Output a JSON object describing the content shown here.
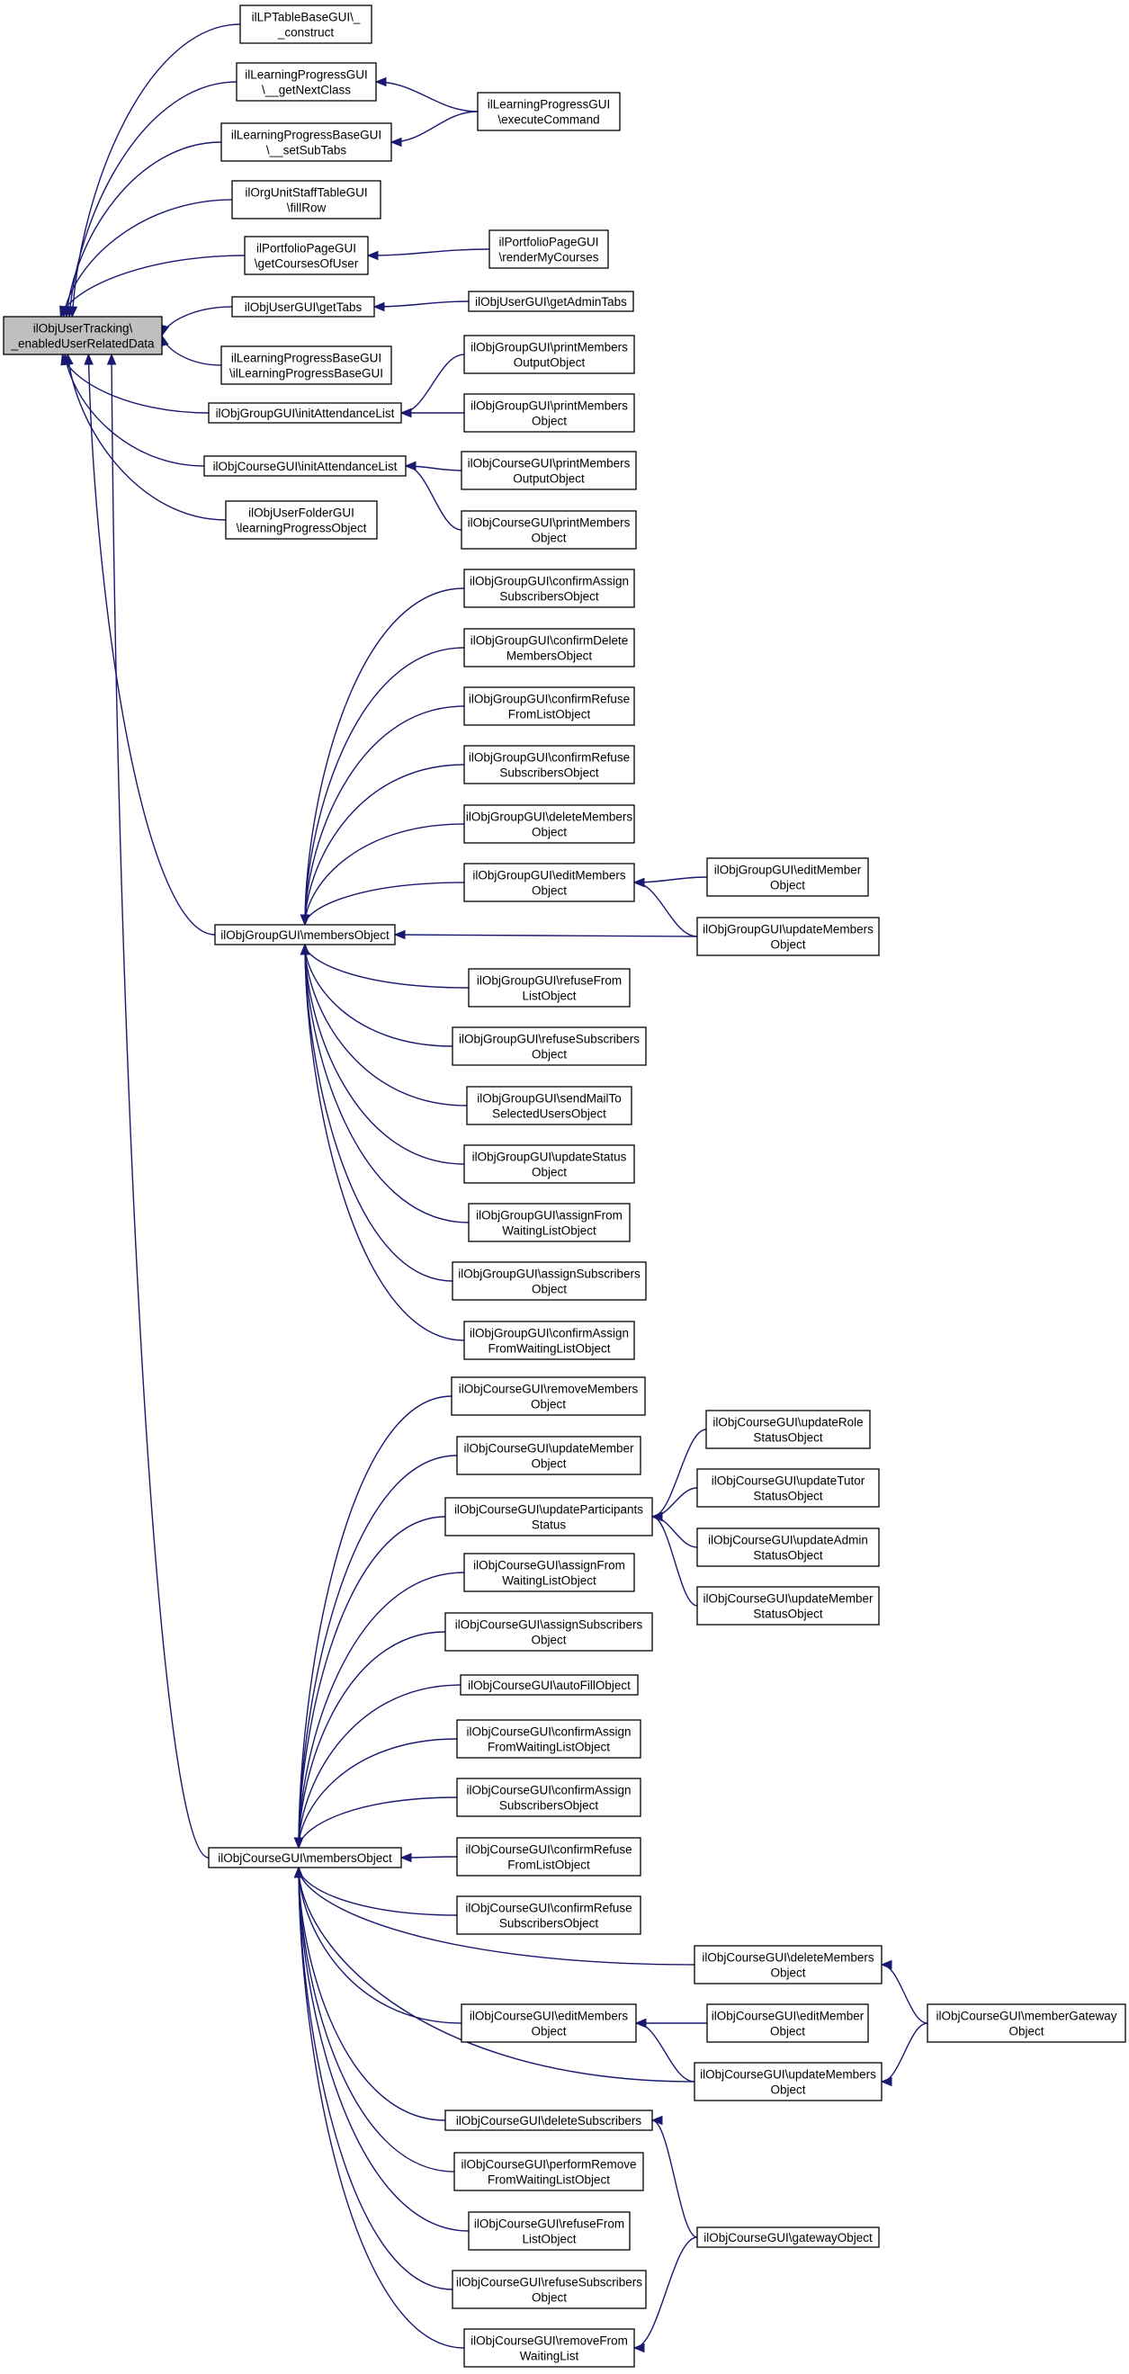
{
  "graph": {
    "colors": {
      "edge": "#191970",
      "node_border": "#000000",
      "root_fill": "#bfbfbf",
      "node_fill": "#ffffff"
    },
    "nodes": {
      "root": [
        "ilObjUserTracking\\",
        "_enabledUserRelatedData"
      ],
      "lpTableBase": [
        "ilLPTableBaseGUI\\_",
        "_construct"
      ],
      "lpGetNextClass": [
        "ilLearningProgressGUI",
        "\\__getNextClass"
      ],
      "lpExecuteCommand": [
        "ilLearningProgressGUI",
        "\\executeCommand"
      ],
      "lpBaseSetSubTabs": [
        "ilLearningProgressBaseGUI",
        "\\__setSubTabs"
      ],
      "orgUnitFillRow": [
        "ilOrgUnitStaffTableGUI",
        "\\fillRow"
      ],
      "portfolioGetCourses": [
        "ilPortfolioPageGUI",
        "\\getCoursesOfUser"
      ],
      "portfolioRenderMyCourses": [
        "ilPortfolioPageGUI",
        "\\renderMyCourses"
      ],
      "userGetTabs": [
        "ilObjUserGUI\\getTabs"
      ],
      "userGetAdminTabs": [
        "ilObjUserGUI\\getAdminTabs"
      ],
      "lpBaseCtor": [
        "ilLearningProgressBaseGUI",
        "\\ilLearningProgressBaseGUI"
      ],
      "grpInitAttendance": [
        "ilObjGroupGUI\\initAttendanceList"
      ],
      "grpPrintMembersOutput": [
        "ilObjGroupGUI\\printMembers",
        "OutputObject"
      ],
      "grpPrintMembers": [
        "ilObjGroupGUI\\printMembers",
        "Object"
      ],
      "crsInitAttendance": [
        "ilObjCourseGUI\\initAttendanceList"
      ],
      "crsPrintMembersOutput": [
        "ilObjCourseGUI\\printMembers",
        "OutputObject"
      ],
      "crsPrintMembers": [
        "ilObjCourseGUI\\printMembers",
        "Object"
      ],
      "userFolderLP": [
        "ilObjUserFolderGUI",
        "\\learningProgressObject"
      ],
      "grpConfirmAssignSubs": [
        "ilObjGroupGUI\\confirmAssign",
        "SubscribersObject"
      ],
      "grpConfirmDeleteMembers": [
        "ilObjGroupGUI\\confirmDelete",
        "MembersObject"
      ],
      "grpConfirmRefuseFromList": [
        "ilObjGroupGUI\\confirmRefuse",
        "FromListObject"
      ],
      "grpConfirmRefuseSubs": [
        "ilObjGroupGUI\\confirmRefuse",
        "SubscribersObject"
      ],
      "grpDeleteMembers": [
        "ilObjGroupGUI\\deleteMembers",
        "Object"
      ],
      "grpEditMembers": [
        "ilObjGroupGUI\\editMembers",
        "Object"
      ],
      "grpEditMember": [
        "ilObjGroupGUI\\editMember",
        "Object"
      ],
      "grpMembersObject": [
        "ilObjGroupGUI\\membersObject"
      ],
      "grpUpdateMembers": [
        "ilObjGroupGUI\\updateMembers",
        "Object"
      ],
      "grpRefuseFromList": [
        "ilObjGroupGUI\\refuseFrom",
        "ListObject"
      ],
      "grpRefuseSubs": [
        "ilObjGroupGUI\\refuseSubscribers",
        "Object"
      ],
      "grpSendMail": [
        "ilObjGroupGUI\\sendMailTo",
        "SelectedUsersObject"
      ],
      "grpUpdateStatus": [
        "ilObjGroupGUI\\updateStatus",
        "Object"
      ],
      "grpAssignFromWaiting": [
        "ilObjGroupGUI\\assignFrom",
        "WaitingListObject"
      ],
      "grpAssignSubs": [
        "ilObjGroupGUI\\assignSubscribers",
        "Object"
      ],
      "grpConfirmAssignWaiting": [
        "ilObjGroupGUI\\confirmAssign",
        "FromWaitingListObject"
      ],
      "crsRemoveMembers": [
        "ilObjCourseGUI\\removeMembers",
        "Object"
      ],
      "crsUpdateMember": [
        "ilObjCourseGUI\\updateMember",
        "Object"
      ],
      "crsUpdateParticipants": [
        "ilObjCourseGUI\\updateParticipants",
        "Status"
      ],
      "crsUpdateRoleStatus": [
        "ilObjCourseGUI\\updateRole",
        "StatusObject"
      ],
      "crsUpdateTutorStatus": [
        "ilObjCourseGUI\\updateTutor",
        "StatusObject"
      ],
      "crsUpdateAdminStatus": [
        "ilObjCourseGUI\\updateAdmin",
        "StatusObject"
      ],
      "crsUpdateMemberStatus": [
        "ilObjCourseGUI\\updateMember",
        "StatusObject"
      ],
      "crsAssignFromWaiting": [
        "ilObjCourseGUI\\assignFrom",
        "WaitingListObject"
      ],
      "crsAssignSubs": [
        "ilObjCourseGUI\\assignSubscribers",
        "Object"
      ],
      "crsAutoFill": [
        "ilObjCourseGUI\\autoFillObject"
      ],
      "crsConfirmAssignWaiting": [
        "ilObjCourseGUI\\confirmAssign",
        "FromWaitingListObject"
      ],
      "crsConfirmAssignSubs": [
        "ilObjCourseGUI\\confirmAssign",
        "SubscribersObject"
      ],
      "crsMembersObject": [
        "ilObjCourseGUI\\membersObject"
      ],
      "crsConfirmRefuseFromList": [
        "ilObjCourseGUI\\confirmRefuse",
        "FromListObject"
      ],
      "crsConfirmRefuseSubs": [
        "ilObjCourseGUI\\confirmRefuse",
        "SubscribersObject"
      ],
      "crsDeleteMembers": [
        "ilObjCourseGUI\\deleteMembers",
        "Object"
      ],
      "crsMemberGateway": [
        "ilObjCourseGUI\\memberGateway",
        "Object"
      ],
      "crsEditMembers": [
        "ilObjCourseGUI\\editMembers",
        "Object"
      ],
      "crsEditMember": [
        "ilObjCourseGUI\\editMember",
        "Object"
      ],
      "crsUpdateMembers": [
        "ilObjCourseGUI\\updateMembers",
        "Object"
      ],
      "crsDeleteSubscribers": [
        "ilObjCourseGUI\\deleteSubscribers"
      ],
      "crsPerformRemove": [
        "ilObjCourseGUI\\performRemove",
        "FromWaitingListObject"
      ],
      "crsRefuseFromList": [
        "ilObjCourseGUI\\refuseFrom",
        "ListObject"
      ],
      "crsGatewayObject": [
        "ilObjCourseGUI\\gatewayObject"
      ],
      "crsRefuseSubs": [
        "ilObjCourseGUI\\refuseSubscribers",
        "Object"
      ],
      "crsRemoveFromWaiting": [
        "ilObjCourseGUI\\removeFrom",
        "WaitingList"
      ]
    },
    "edges": [
      [
        "lpTableBase",
        "root"
      ],
      [
        "lpGetNextClass",
        "root"
      ],
      [
        "lpExecuteCommand",
        "lpGetNextClass"
      ],
      [
        "lpBaseSetSubTabs",
        "root"
      ],
      [
        "lpExecuteCommand",
        "lpBaseSetSubTabs"
      ],
      [
        "orgUnitFillRow",
        "root"
      ],
      [
        "portfolioGetCourses",
        "root"
      ],
      [
        "portfolioRenderMyCourses",
        "portfolioGetCourses"
      ],
      [
        "userGetTabs",
        "root"
      ],
      [
        "userGetAdminTabs",
        "userGetTabs"
      ],
      [
        "lpBaseCtor",
        "root"
      ],
      [
        "grpInitAttendance",
        "root"
      ],
      [
        "grpPrintMembersOutput",
        "grpInitAttendance"
      ],
      [
        "grpPrintMembers",
        "grpInitAttendance"
      ],
      [
        "crsInitAttendance",
        "root"
      ],
      [
        "crsPrintMembersOutput",
        "crsInitAttendance"
      ],
      [
        "crsPrintMembers",
        "crsInitAttendance"
      ],
      [
        "userFolderLP",
        "root"
      ],
      [
        "grpMembersObject",
        "root"
      ],
      [
        "crsMembersObject",
        "root"
      ],
      [
        "grpConfirmAssignSubs",
        "grpMembersObject"
      ],
      [
        "grpConfirmDeleteMembers",
        "grpMembersObject"
      ],
      [
        "grpConfirmRefuseFromList",
        "grpMembersObject"
      ],
      [
        "grpConfirmRefuseSubs",
        "grpMembersObject"
      ],
      [
        "grpDeleteMembers",
        "grpMembersObject"
      ],
      [
        "grpEditMembers",
        "grpMembersObject"
      ],
      [
        "grpEditMember",
        "grpEditMembers"
      ],
      [
        "grpUpdateMembers",
        "grpEditMembers"
      ],
      [
        "grpUpdateMembers",
        "grpMembersObject"
      ],
      [
        "grpRefuseFromList",
        "grpMembersObject"
      ],
      [
        "grpRefuseSubs",
        "grpMembersObject"
      ],
      [
        "grpSendMail",
        "grpMembersObject"
      ],
      [
        "grpUpdateStatus",
        "grpMembersObject"
      ],
      [
        "grpAssignFromWaiting",
        "grpMembersObject"
      ],
      [
        "grpAssignSubs",
        "grpMembersObject"
      ],
      [
        "grpConfirmAssignWaiting",
        "grpMembersObject"
      ],
      [
        "crsRemoveMembers",
        "crsMembersObject"
      ],
      [
        "crsUpdateMember",
        "crsMembersObject"
      ],
      [
        "crsUpdateParticipants",
        "crsMembersObject"
      ],
      [
        "crsUpdateRoleStatus",
        "crsUpdateParticipants"
      ],
      [
        "crsUpdateTutorStatus",
        "crsUpdateParticipants"
      ],
      [
        "crsUpdateAdminStatus",
        "crsUpdateParticipants"
      ],
      [
        "crsUpdateMemberStatus",
        "crsUpdateParticipants"
      ],
      [
        "crsAssignFromWaiting",
        "crsMembersObject"
      ],
      [
        "crsAssignSubs",
        "crsMembersObject"
      ],
      [
        "crsAutoFill",
        "crsMembersObject"
      ],
      [
        "crsConfirmAssignWaiting",
        "crsMembersObject"
      ],
      [
        "crsConfirmAssignSubs",
        "crsMembersObject"
      ],
      [
        "crsConfirmRefuseFromList",
        "crsMembersObject"
      ],
      [
        "crsConfirmRefuseSubs",
        "crsMembersObject"
      ],
      [
        "crsDeleteMembers",
        "crsMembersObject"
      ],
      [
        "crsMemberGateway",
        "crsDeleteMembers"
      ],
      [
        "crsEditMembers",
        "crsMembersObject"
      ],
      [
        "crsEditMember",
        "crsEditMembers"
      ],
      [
        "crsUpdateMembers",
        "crsEditMembers"
      ],
      [
        "crsUpdateMembers",
        "crsMembersObject"
      ],
      [
        "crsMemberGateway",
        "crsUpdateMembers"
      ],
      [
        "crsDeleteSubscribers",
        "crsMembersObject"
      ],
      [
        "crsGatewayObject",
        "crsDeleteSubscribers"
      ],
      [
        "crsPerformRemove",
        "crsMembersObject"
      ],
      [
        "crsRefuseFromList",
        "crsMembersObject"
      ],
      [
        "crsRefuseSubs",
        "crsMembersObject"
      ],
      [
        "crsRemoveFromWaiting",
        "crsMembersObject"
      ],
      [
        "crsGatewayObject",
        "crsRemoveFromWaiting"
      ]
    ]
  }
}
